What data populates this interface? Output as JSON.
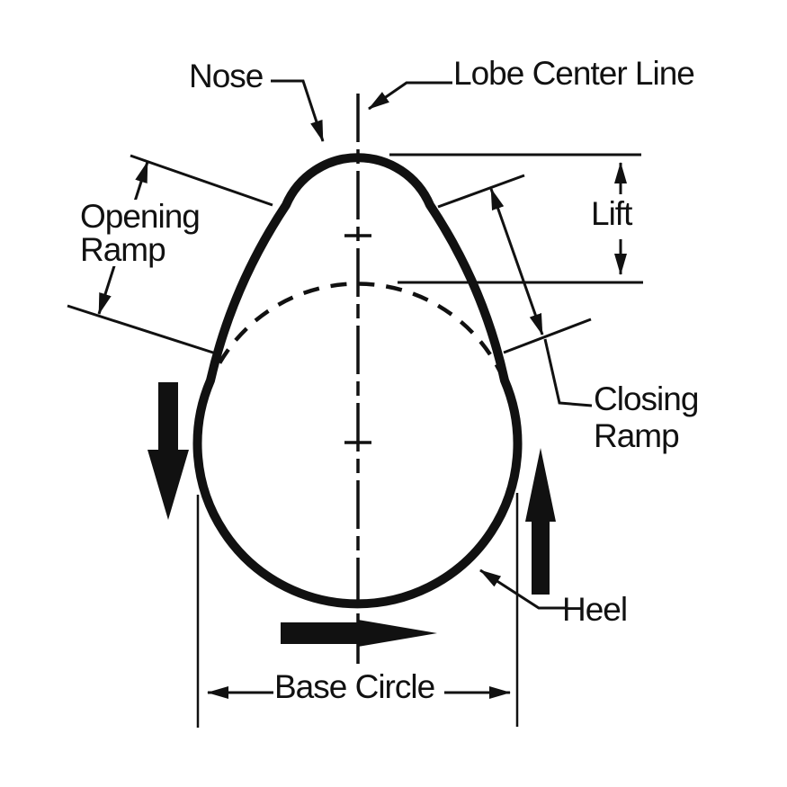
{
  "meta": {
    "description": "Camshaft lobe nomenclature diagram",
    "ink_color": "#111111",
    "background_color": "#ffffff"
  },
  "labels": {
    "nose": "Nose",
    "lobe_center_line": "Lobe Center Line",
    "opening_ramp": [
      "Opening",
      "Ramp"
    ],
    "lift": "Lift",
    "closing_ramp": [
      "Closing",
      "Ramp"
    ],
    "heel": "Heel",
    "base_circle": "Base Circle"
  },
  "icons": {
    "rotation_down_arrow": "thick-down-arrow",
    "rotation_up_arrow": "thick-up-arrow",
    "rotation_right_arrow": "thick-right-arrow",
    "leader_arrowhead": "solid-triangle-arrowhead"
  }
}
